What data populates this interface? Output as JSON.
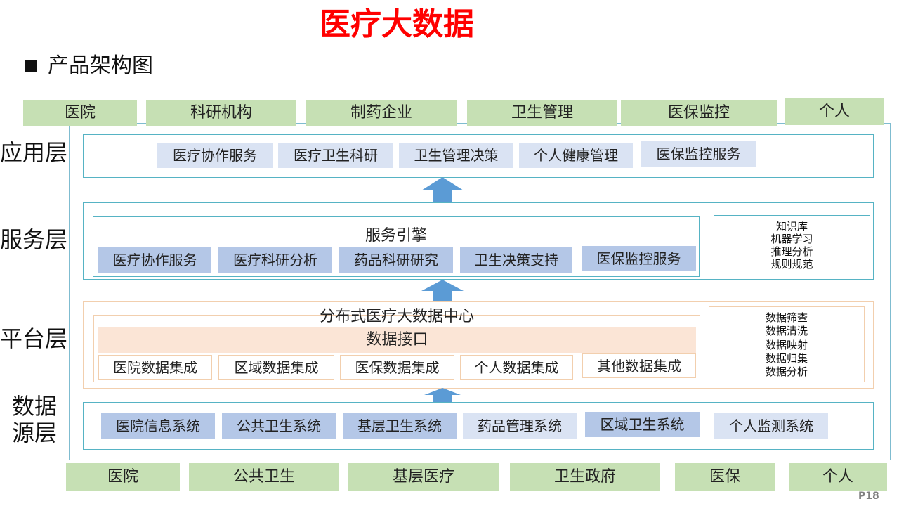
{
  "title": "医疗大数据",
  "subtitle": "产品架构图",
  "top_users": [
    "医院",
    "科研机构",
    "制药企业",
    "卫生管理",
    "医保监控",
    "个人"
  ],
  "layers": {
    "app": "应用层",
    "service": "服务层",
    "platform": "平台层",
    "source_1": "数据",
    "source_2": "源层"
  },
  "app_items": [
    "医疗协作服务",
    "医疗卫生科研",
    "卫生管理决策",
    "个人健康管理",
    "医保监控服务"
  ],
  "service": {
    "engine_title": "服务引擎",
    "items": [
      "医疗协作服务",
      "医疗科研分析",
      "药品科研研究",
      "卫生决策支持",
      "医保监控服务"
    ],
    "side": [
      "知识库",
      "机器学习",
      "推理分析",
      "规则规范"
    ]
  },
  "platform": {
    "center_title": "分布式医疗大数据中心",
    "interface": "数据接口",
    "items": [
      "医院数据集成",
      "区域数据集成",
      "医保数据集成",
      "个人数据集成",
      "其他数据集成"
    ],
    "side": [
      "数据筛查",
      "数据清洗",
      "数据映射",
      "数据归集",
      "数据分析"
    ]
  },
  "source_items": [
    "医院信息系统",
    "公共卫生系统",
    "基层卫生系统",
    "药品管理系统",
    "区域卫生系统",
    "个人监测系统"
  ],
  "bottom_sources": [
    "医院",
    "公共卫生",
    "基层医疗",
    "卫生政府",
    "医保",
    "个人"
  ],
  "page_number": "P18",
  "colors": {
    "title": "#ff0000",
    "green": "#c6e0b4",
    "light_blue": "#dae3f3",
    "mid_blue": "#b4c7e7",
    "peach": "#fbe5d6",
    "arrow": "#5b9bd5",
    "teal_border": "#56b3c4"
  }
}
